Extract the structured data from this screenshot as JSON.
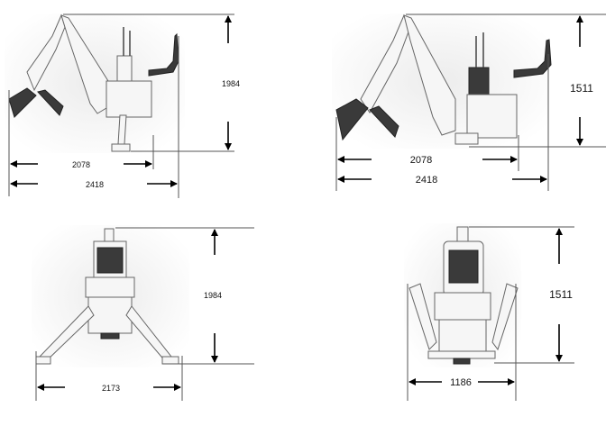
{
  "views": {
    "side_left": {
      "height": "1984",
      "length_inner": "2078",
      "length_outer": "2418"
    },
    "side_right": {
      "height": "1511",
      "length_inner": "2078",
      "length_outer": "2418"
    },
    "rear_left": {
      "height": "1984",
      "width": "2173"
    },
    "rear_right": {
      "height": "1511",
      "width": "1186"
    }
  }
}
